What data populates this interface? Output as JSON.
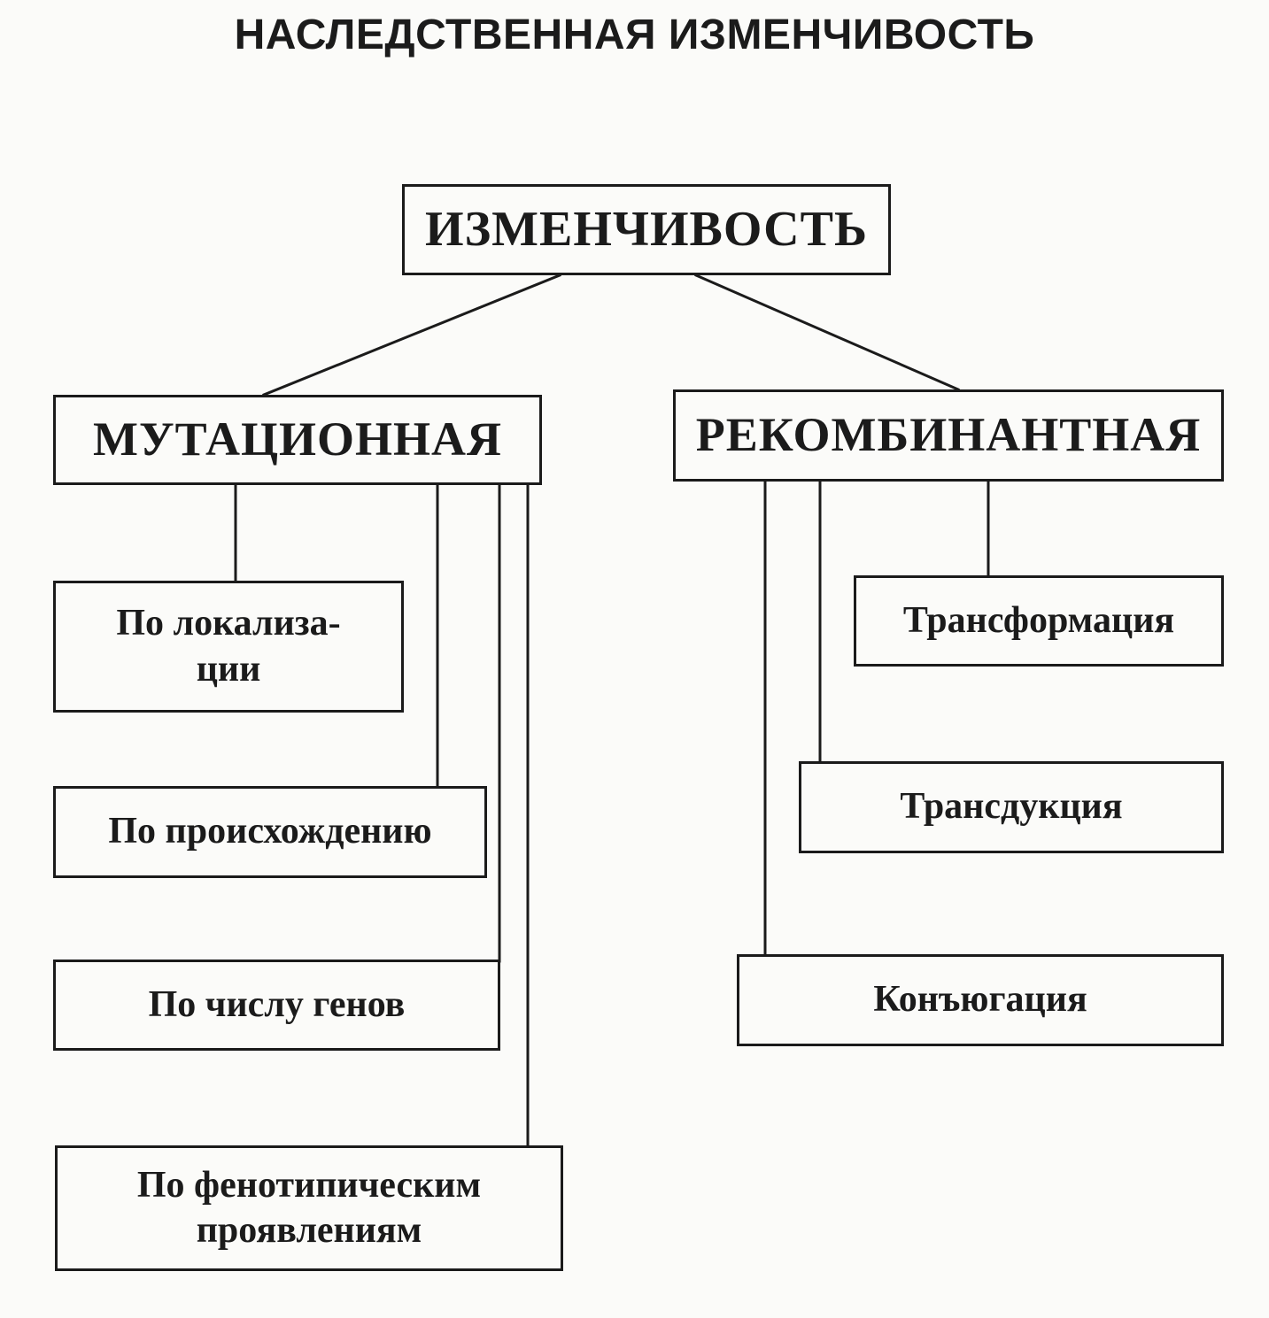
{
  "title": "НАСЛЕДСТВЕННАЯ ИЗМЕНЧИВОСТЬ",
  "root": {
    "label": "ИЗМЕНЧИВОСТЬ"
  },
  "branches": {
    "mutational": {
      "label": "МУТАЦИОННАЯ",
      "items": [
        "По локализа-\nции",
        "По происхождению",
        "По числу генов",
        "По фенотипическим\nпроявлениям"
      ]
    },
    "recombinant": {
      "label": "РЕКОМБИНАНТНАЯ",
      "items": [
        "Трансформация",
        "Трансдукция",
        "Конъюгация"
      ]
    }
  },
  "colors": {
    "ink": "#1b1b1b",
    "paper": "#fbfbf9"
  }
}
